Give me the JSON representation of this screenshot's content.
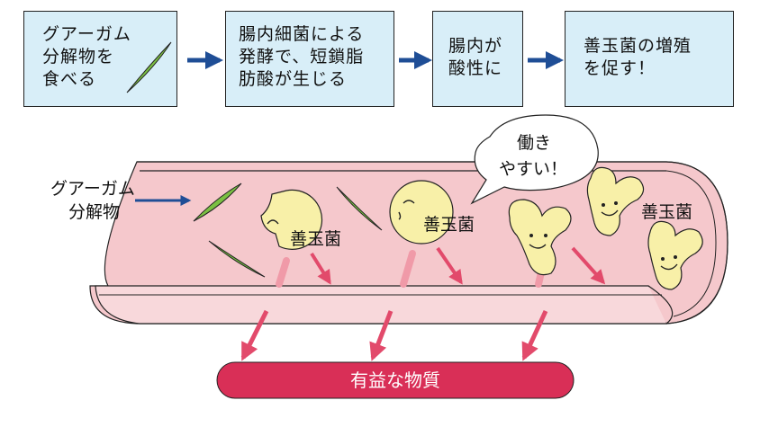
{
  "flow": {
    "step1": "グアーガム\n分解物を\n食べる",
    "step2": "腸内細菌による\n発酵で、短鎖脂\n肪酸が生じる",
    "step3": "腸内が\n酸性に",
    "step4": "善玉菌の増殖\nを促す！"
  },
  "intestine": {
    "input_label_line1": "グアーガム",
    "input_label_line2": "分解物",
    "bubble_line1": "働き",
    "bubble_line2": "やすい！",
    "bacteria_label_1": "善玉菌",
    "bacteria_label_2": "善玉菌",
    "bacteria_label_3": "善玉菌"
  },
  "result": {
    "label": "有益な物質"
  },
  "colors": {
    "box_fill": "#d8eef8",
    "arrow_blue": "#1f4e96",
    "fiber_green": "#7bc043",
    "tube_pink": "#f5c8cc",
    "bacteria_yellow": "#f8f0a8",
    "arrow_pink": "#e24a6b",
    "result_red": "#d92f57"
  }
}
